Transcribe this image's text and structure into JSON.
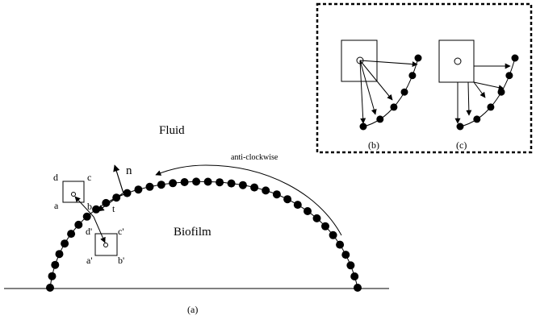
{
  "labels": {
    "fluid": "Fluid",
    "biofilm": "Biofilm",
    "anticlockwise": "anti-clockwise",
    "normal": "n",
    "tangent": "t",
    "panel_a": "(a)",
    "panel_b": "(b)",
    "panel_c": "(c)",
    "corner_a": "a",
    "corner_b": "b",
    "corner_c": "c",
    "corner_d": "d",
    "corner_a_prime": "a'",
    "corner_b_prime": "b'",
    "corner_c_prime": "c'",
    "corner_d_prime": "d'"
  },
  "colors": {
    "ink": "#000000",
    "background": "#ffffff"
  }
}
